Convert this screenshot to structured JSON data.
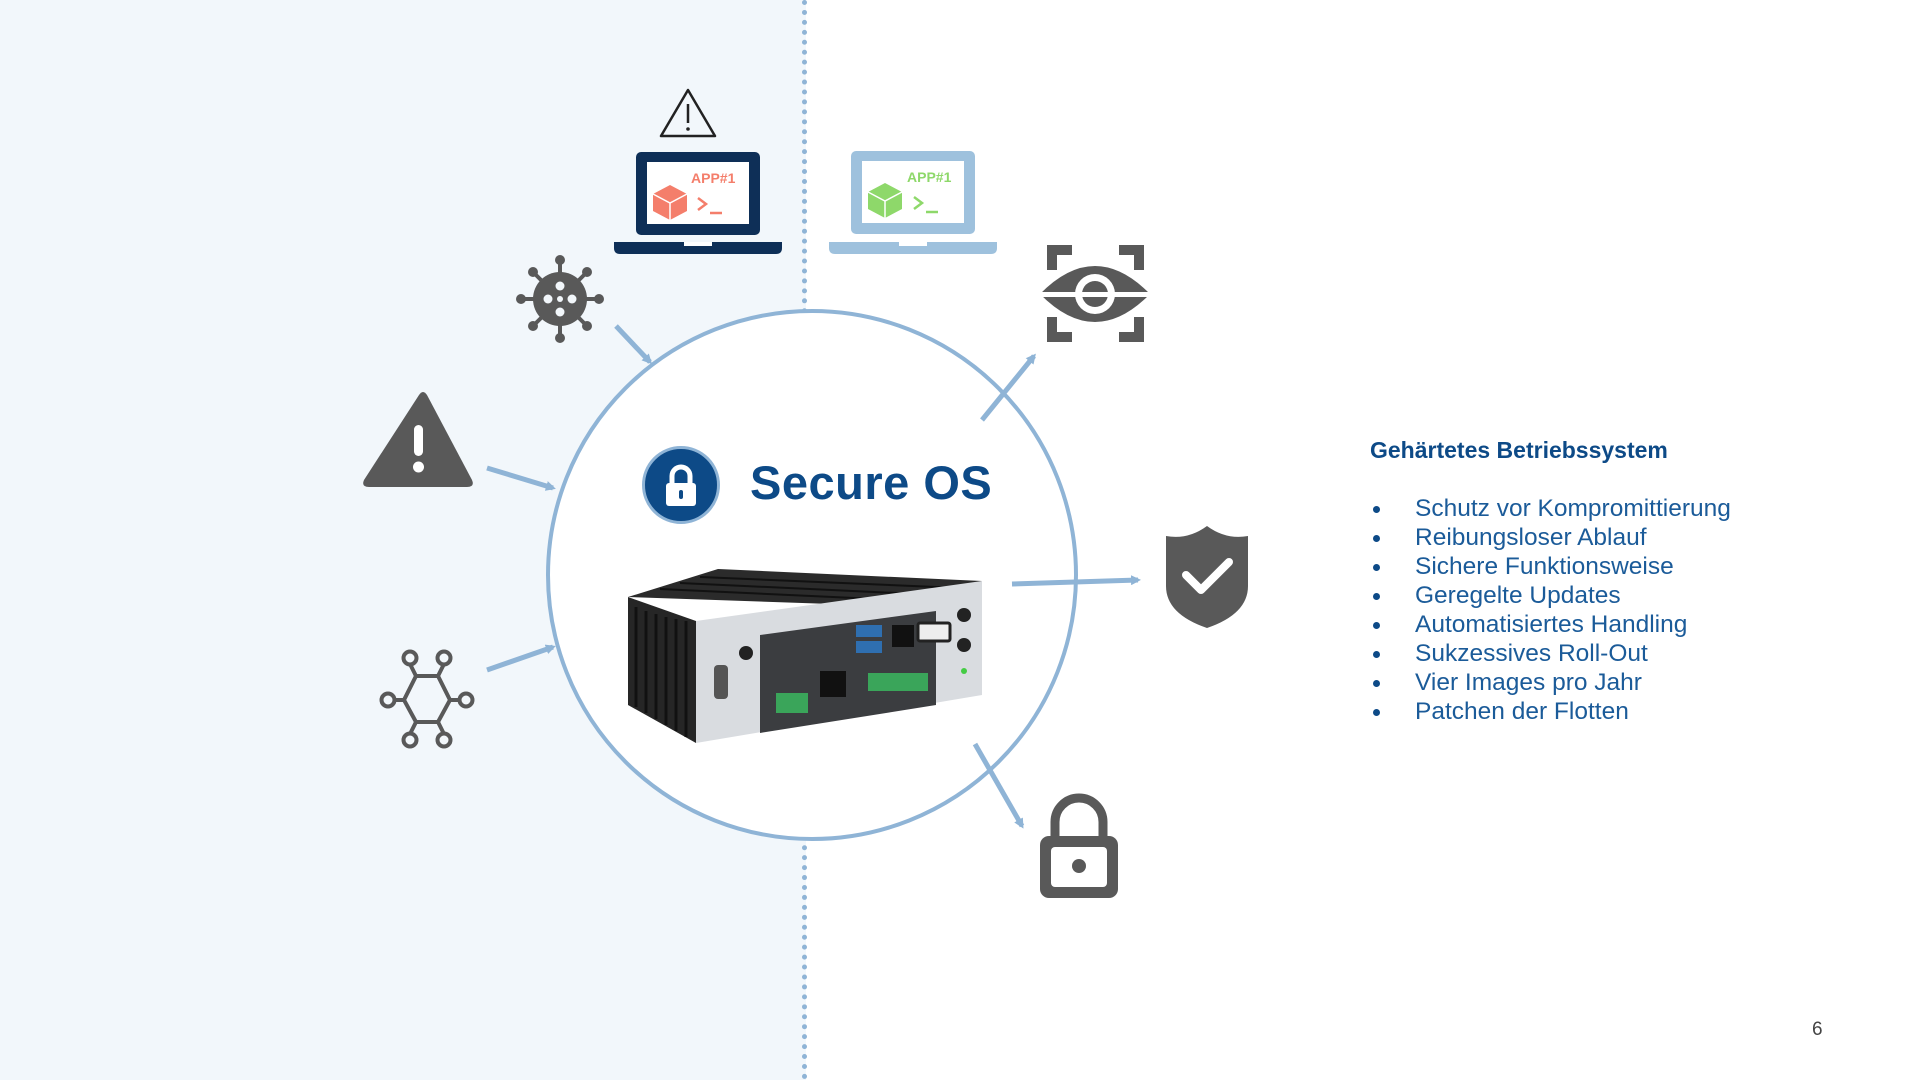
{
  "diagram": {
    "title": "Secure OS",
    "app_label_threat": "APP#1",
    "app_label_safe": "APP#1",
    "colors": {
      "accent": "#0d4a87",
      "circle": "#8fb4d6",
      "threat_app": "#f47e6b",
      "safe_app": "#8ed86a",
      "icon_gray": "#595959"
    },
    "icons": [
      "warning-outline-icon",
      "laptop-compromised-icon",
      "laptop-secure-icon",
      "virus-icon",
      "warning-filled-icon",
      "network-hexagon-icon",
      "eye-scan-icon",
      "shield-check-icon",
      "padlock-icon",
      "lock-icon"
    ]
  },
  "features": {
    "title": "Gehärtetes Betriebssystem",
    "items": [
      "Schutz vor Kompromittierung",
      "Reibungsloser Ablauf",
      "Sichere Funktionsweise",
      "Geregelte Updates",
      "Automatisiertes Handling",
      "Sukzessives Roll-Out",
      "Vier Images pro Jahr",
      "Patchen der Flotten"
    ]
  },
  "page_number": "6"
}
